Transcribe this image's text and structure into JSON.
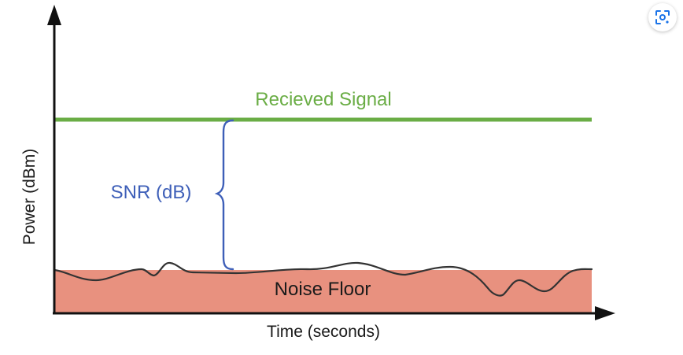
{
  "diagram": {
    "signal_label": "Recieved Signal",
    "snr_label": "SNR (dB)",
    "noise_label": "Noise Floor",
    "x_axis_label": "Time (seconds)",
    "y_axis_label": "Power (dBm)"
  },
  "colors": {
    "signal": "#6aad45",
    "snr": "#3e5fb8",
    "noise_fill": "#e8917f",
    "noise_line": "#333333",
    "axis": "#111111",
    "text": "#1a1a1a"
  },
  "toolbar": {
    "lens_icon": "lens-search-icon"
  }
}
